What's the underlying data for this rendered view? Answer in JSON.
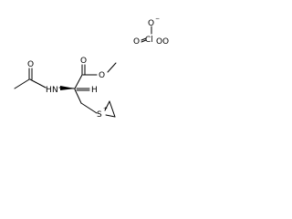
{
  "molecule": {
    "atoms": {
      "o_carbonyl_acetyl": "O",
      "n_amide": "N",
      "h_amide": "H",
      "o_carbonyl_ester": "O",
      "o_ester": "O",
      "h_stereo": "H",
      "s_thiiranium": "S",
      "s_charge": "+"
    }
  },
  "counterion": {
    "atoms": {
      "o_top": "O",
      "o_top_charge": "−",
      "o_left": "O",
      "cl": "Cl",
      "o_right_1": "O",
      "o_right_2": "O"
    }
  },
  "colors": {
    "line": "#000000",
    "background": "#ffffff"
  }
}
